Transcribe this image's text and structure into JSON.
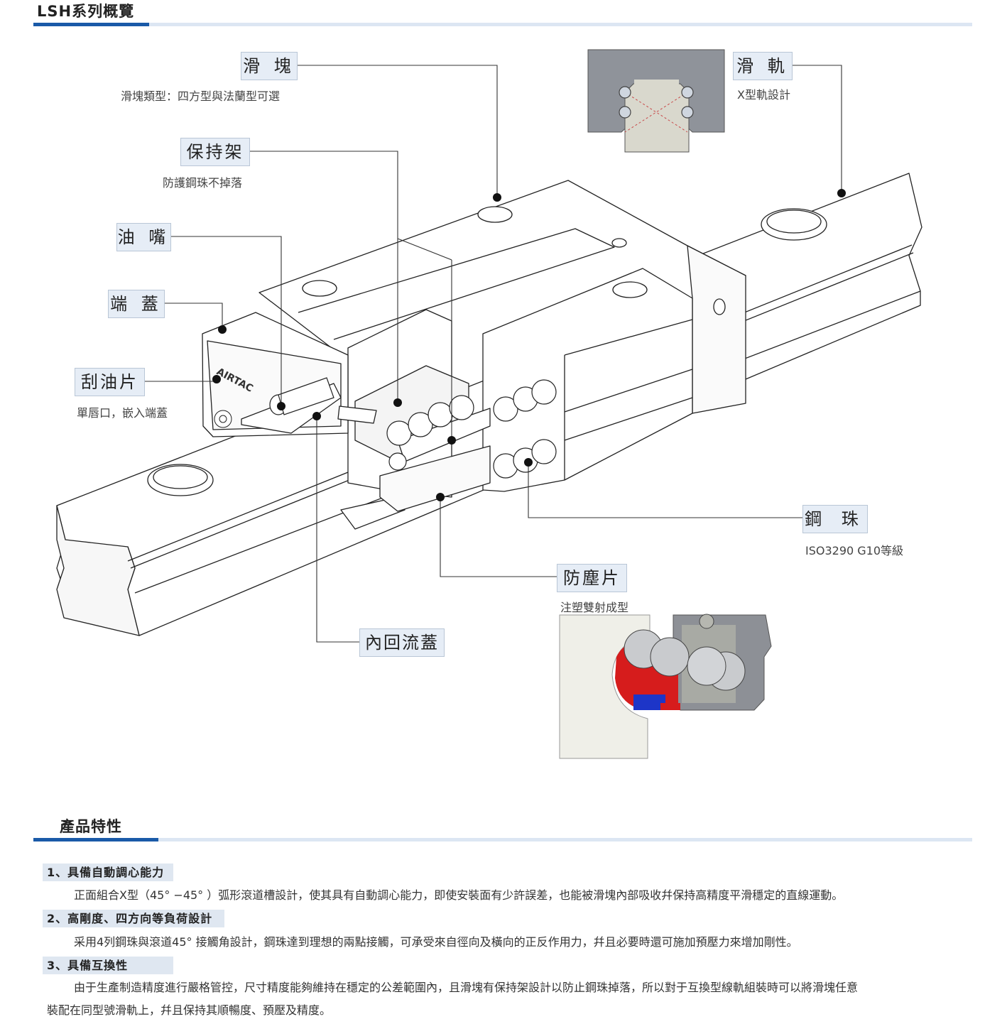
{
  "overview": {
    "title": "LSH系列概覽",
    "callouts": {
      "slider": {
        "label": "滑 塊",
        "caption": "滑塊類型：四方型與法蘭型可選"
      },
      "retainer": {
        "label": "保持架",
        "caption": "防護鋼珠不掉落"
      },
      "grease_nipple": {
        "label": "油 嘴"
      },
      "end_cap": {
        "label": "端 蓋"
      },
      "scraper": {
        "label": "刮油片",
        "caption": "單唇口，嵌入端蓋"
      },
      "rail": {
        "label": "滑 軌",
        "caption": "X型軌設計"
      },
      "steel_ball": {
        "label": "鋼 珠",
        "caption": "ISO3290 G10等級"
      },
      "dust_seal": {
        "label": "防塵片",
        "caption": "注塑雙射成型"
      },
      "inner_return_cap": {
        "label": "內回流蓋"
      }
    },
    "brand_mark": "AIRTAC"
  },
  "features": {
    "title": "產品特性",
    "items": [
      {
        "heading": "1、具備自動調心能力",
        "lines": [
          "正面組合X型（45° −45° ）弧形滾道槽設計，使其具有自動調心能力，即使安裝面有少許誤差，也能被滑塊內部吸收幷保持高精度平滑穩定的直線運動。"
        ]
      },
      {
        "heading": "2、高剛度、四方向等負荷設計",
        "lines": [
          "采用4列鋼珠與滾道45° 接觸角設計，鋼珠達到理想的兩點接觸，可承受來自徑向及橫向的正反作用力，幷且必要時還可施加預壓力來增加剛性。"
        ]
      },
      {
        "heading": "3、具備互換性",
        "lines": [
          "由于生產制造精度進行嚴格管控，尺寸精度能夠維持在穩定的公差範圍內，且滑塊有保持架設計以防止鋼珠掉落，所以對于互換型線軌組裝時可以將滑塊任意",
          "裝配在同型號滑軌上，幷且保持其順暢度、預壓及精度。"
        ]
      }
    ]
  },
  "colors": {
    "accent": "#1a5aa8",
    "accent_light": "#dce6f3",
    "label_bg": "#e6edf6"
  }
}
